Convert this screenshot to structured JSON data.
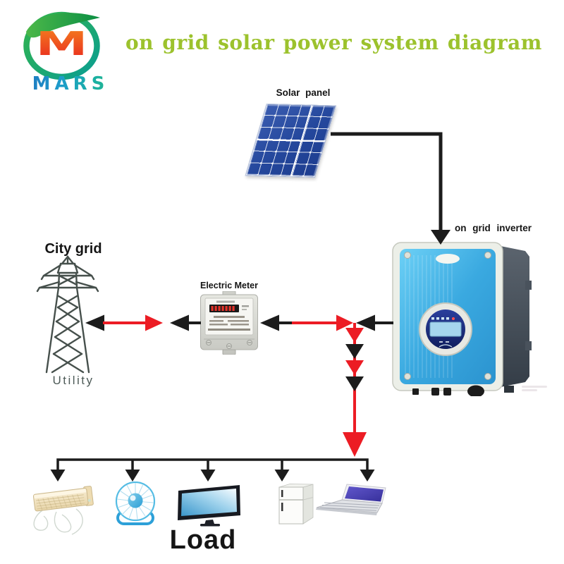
{
  "logo": {
    "brand": "MARS",
    "monogram": "M"
  },
  "title": "on grid solar power system diagram",
  "nodes": {
    "solar_panel": {
      "label": "Solar panel"
    },
    "inverter": {
      "label": "on grid inverter"
    },
    "city_grid": {
      "label": "City grid",
      "sublabel": "Utility"
    },
    "electric_meter": {
      "label": "Electric Meter"
    },
    "load": {
      "label": "Load",
      "items": [
        {
          "icon": "air-conditioner-icon"
        },
        {
          "icon": "fan-icon"
        },
        {
          "icon": "tv-icon"
        },
        {
          "icon": "refrigerator-icon"
        },
        {
          "icon": "laptop-icon"
        }
      ]
    }
  },
  "colors": {
    "title_green": "#9cc22d",
    "arrow_red": "#ec1c24",
    "arrow_black": "#1c1c1c",
    "panel_blue": "#24479c",
    "inverter_blue": "#3aa9e0",
    "logo_green": "#33b44a",
    "logo_teal": "#0a9e92",
    "logo_monogram_orange": "#ef5a1f"
  }
}
